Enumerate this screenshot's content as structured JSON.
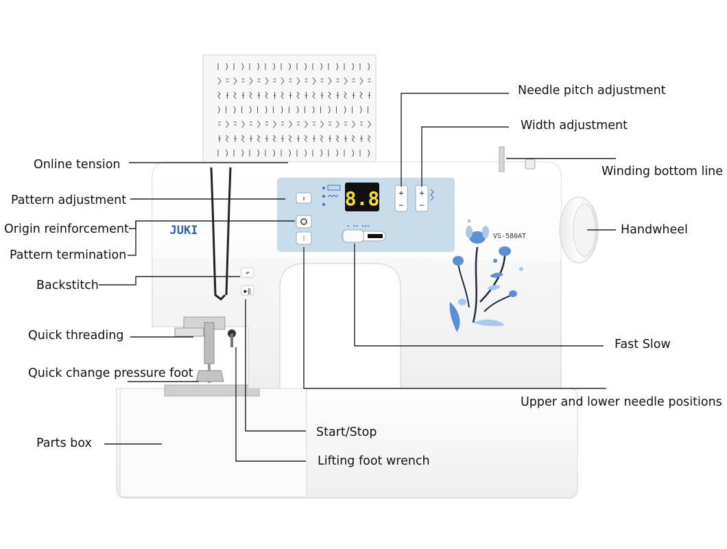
{
  "brand": "JUKI",
  "model": "VS-580AT",
  "display_value": "8.8",
  "colors": {
    "machine_body": "#f9f9f9",
    "panel": "#c8dcea",
    "panel_button": "#ffffff",
    "display_bg": "#111111",
    "display_digits": "#f6e12a",
    "brand_blue": "#2f5fa8",
    "floral_blue": "#5b8fd6",
    "leader_line": "#222222"
  },
  "icons": [
    "backstitch-icon",
    "start-stop-icon",
    "origin-reinforcement-icon",
    "pattern-termination-icon",
    "plus-icon",
    "minus-icon"
  ],
  "callouts": {
    "online_tension": "Online tension",
    "pattern_adjustment": "Pattern adjustment",
    "origin_reinforcement": "Origin reinforcement",
    "pattern_termination": "Pattern termination",
    "backstitch": "Backstitch",
    "quick_threading": "Quick threading",
    "quick_change_pressure_foot": "Quick change pressure foot",
    "parts_box": "Parts box",
    "needle_pitch_adjustment": "Needle pitch adjustment",
    "width_adjustment": "Width adjustment",
    "winding_bottom_line": "Winding bottom line",
    "handwheel": "Handwheel",
    "fast_slow": "Fast Slow",
    "upper_and_lower_needle_positions": "Upper and lower needle positions",
    "start_stop": "Start/Stop",
    "lifting_foot_wrench": "Lifting foot wrench"
  }
}
